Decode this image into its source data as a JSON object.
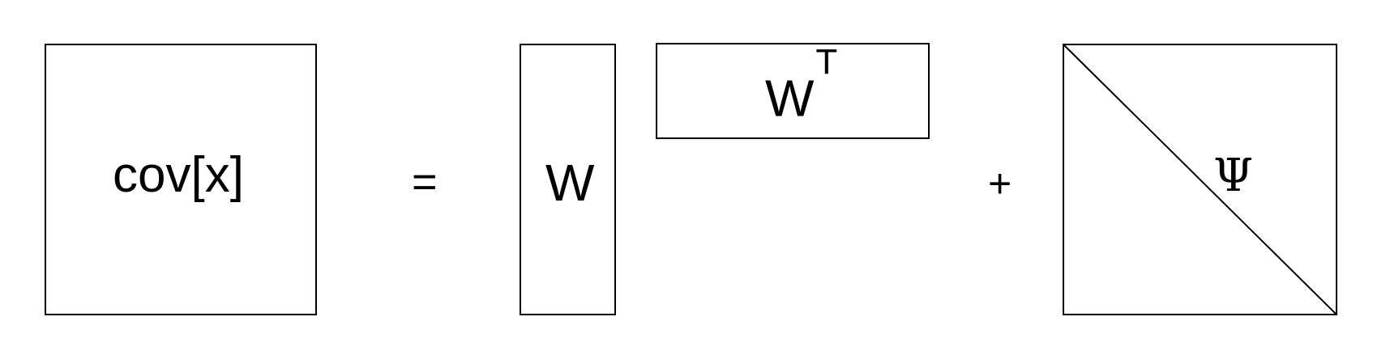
{
  "cov": {
    "label": "cov[x]"
  },
  "equals": {
    "symbol": "="
  },
  "w_matrix": {
    "label": "W"
  },
  "wt_matrix": {
    "base": "W",
    "superscript": "T"
  },
  "plus": {
    "symbol": "+"
  },
  "psi_matrix": {
    "label": "Ψ"
  },
  "colors": {
    "stroke": "#000000",
    "background": "#ffffff"
  }
}
